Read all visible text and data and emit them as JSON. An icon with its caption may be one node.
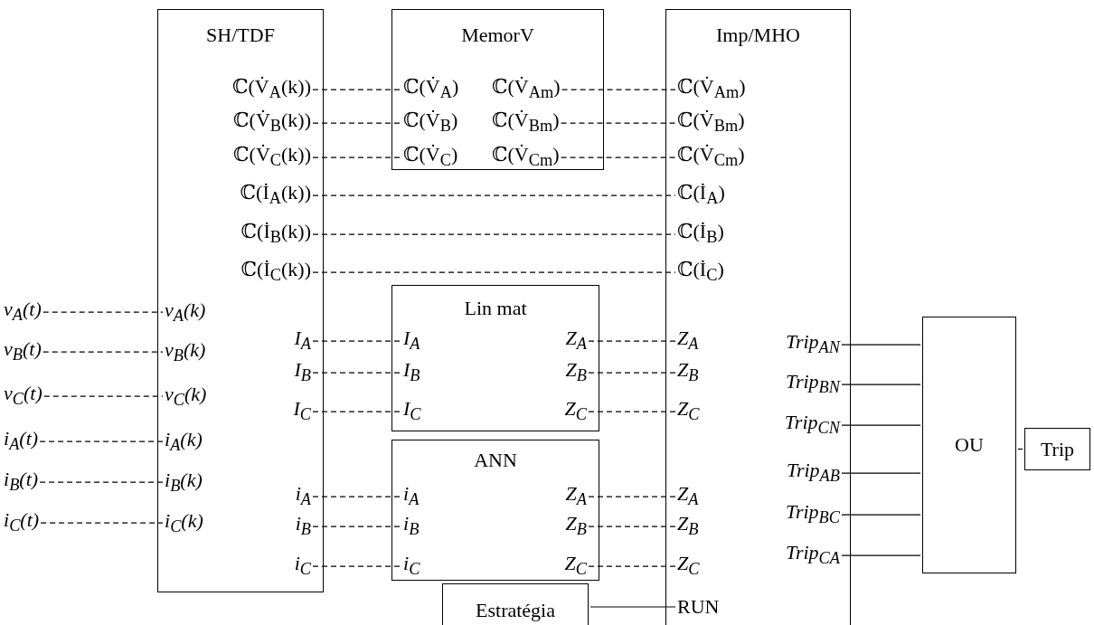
{
  "diagram": {
    "nodes": [
      {
        "text": [
          "SH/TDF"
        ]
      },
      {
        "text": [
          "ℂ(V̇$_{A}$(k))"
        ],
        "in": 0
      },
      {
        "text": [
          "ℂ(V̇$_{B}$(k))"
        ],
        "in": 0
      },
      {
        "text": [
          "ℂ(V̇$_{C}$(k))"
        ],
        "in": 0
      },
      {
        "text": [
          "ℂ(İ$_{A}$(k))"
        ],
        "in": 0
      },
      {
        "text": [
          "ℂ(İ$_{B}$(k))"
        ],
        "in": 0
      },
      {
        "text": [
          "ℂ(İ$_{C}$(k))"
        ],
        "in": 0
      },
      {
        "text": [
          "v$_{A}$(k)"
        ],
        "in": 0
      },
      {
        "text": [
          "v$_{B}$(k)"
        ],
        "in": 0
      },
      {
        "text": [
          "v$_{C}$(k)"
        ],
        "in": 0
      },
      {
        "text": [
          "i$_{A}$(k)"
        ],
        "in": 0
      },
      {
        "text": [
          "i$_{B}$(k)"
        ],
        "in": 0
      },
      {
        "text": [
          "i$_{C}$(k)"
        ],
        "in": 0
      },
      {
        "text": [
          "I$_{A}$"
        ],
        "in": 0
      },
      {
        "text": [
          "I$_{B}$"
        ],
        "in": 0
      },
      {
        "text": [
          "I$_{C}$"
        ],
        "in": 0
      },
      {
        "text": [
          "i$_{A}$"
        ],
        "in": 0
      },
      {
        "text": [
          "i$_{B}$"
        ],
        "in": 0
      },
      {
        "text": [
          "i$_{C}$"
        ],
        "in": 0
      },
      {
        "text": [
          "MemorV"
        ]
      },
      {
        "text": [
          "ℂ(V̇$_{A}$)"
        ],
        "in": 19
      },
      {
        "text": [
          "ℂ(V̇$_{Am}$)"
        ],
        "in": 19
      },
      {
        "text": [
          "ℂ(V̇$_{B}$)"
        ],
        "in": 19
      },
      {
        "text": [
          "ℂ(V̇$_{Bm}$)"
        ],
        "in": 19
      },
      {
        "text": [
          "ℂ(V̇$_{C}$)"
        ],
        "in": 19
      },
      {
        "text": [
          "ℂ(V̇$_{Cm}$)"
        ],
        "in": 19
      },
      {
        "text": [
          "Imp/MHO"
        ]
      },
      {
        "text": [
          "ℂ(V̇$_{Am}$)"
        ],
        "in": 26
      },
      {
        "text": [
          "ℂ(V̇$_{Bm}$)"
        ],
        "in": 26
      },
      {
        "text": [
          "ℂ(V̇$_{Cm}$)"
        ],
        "in": 26
      },
      {
        "text": [
          "ℂ(İ$_{A}$)"
        ],
        "in": 26
      },
      {
        "text": [
          "ℂ(İ$_{B}$)"
        ],
        "in": 26
      },
      {
        "text": [
          "ℂ(İ$_{C}$)"
        ],
        "in": 26
      },
      {
        "text": [
          "Z$_{A}$"
        ],
        "in": 26
      },
      {
        "text": [
          "Z$_{B}$"
        ],
        "in": 26
      },
      {
        "text": [
          "Z$_{C}$"
        ],
        "in": 26
      },
      {
        "text": [
          "Trip$_{AN}$"
        ],
        "in": 26
      },
      {
        "text": [
          "Trip$_{BN}$"
        ],
        "in": 26
      },
      {
        "text": [
          "Trip$_{CN}$"
        ],
        "in": 26
      },
      {
        "text": [
          "Trip$_{AB}$"
        ],
        "in": 26
      },
      {
        "text": [
          "Trip$_{BC}$"
        ],
        "in": 26
      },
      {
        "text": [
          "Trip$_{CA}$"
        ],
        "in": 26
      },
      {
        "text": [
          "Z$_{A}$"
        ],
        "in": 26
      },
      {
        "text": [
          "Z$_{B}$"
        ],
        "in": 26
      },
      {
        "text": [
          "Z$_{C}$"
        ],
        "in": 26
      },
      {
        "text": [
          "RUN"
        ],
        "in": 26
      },
      {
        "text": [
          "Lin mat"
        ]
      },
      {
        "text": [
          "I$_{A}$"
        ],
        "in": 46
      },
      {
        "text": [
          "I$_{B}$"
        ],
        "in": 46
      },
      {
        "text": [
          "I$_{C}$"
        ],
        "in": 46
      },
      {
        "text": [
          "Z$_{A}$"
        ],
        "in": 46
      },
      {
        "text": [
          "Z$_{B}$"
        ],
        "in": 46
      },
      {
        "text": [
          "Z$_{C}$"
        ],
        "in": 46
      },
      {
        "text": [
          "ANN"
        ]
      },
      {
        "text": [
          "i$_{A}$"
        ],
        "in": 53
      },
      {
        "text": [
          "i$_{B}$"
        ],
        "in": 53
      },
      {
        "text": [
          "i$_{C}$"
        ],
        "in": 53
      },
      {
        "text": [
          "Z$_{A}$"
        ],
        "in": 53
      },
      {
        "text": [
          "Z$_{B}$"
        ],
        "in": 53
      },
      {
        "text": [
          "Z$_{C}$"
        ],
        "in": 53
      },
      {
        "text": [
          "Estratégia"
        ]
      },
      {
        "text": [
          "OU"
        ]
      },
      {
        "text": [
          "Trip"
        ]
      },
      {
        "text": [
          "v$_{A}$(t)"
        ]
      },
      {
        "text": [
          "v$_{B}$(t)"
        ]
      },
      {
        "text": [
          "v$_{C}$(t)"
        ]
      },
      {
        "text": [
          "i$_{A}$(t)"
        ]
      },
      {
        "text": [
          "i$_{B}$(t)"
        ]
      },
      {
        "text": [
          "i$_{C}$(t)"
        ]
      }
    ],
    "edges": [
      {
        "from": 1,
        "to": 20,
        "arrow": "none",
        "style": "dashed"
      },
      {
        "from": 2,
        "to": 22,
        "arrow": "none",
        "style": "dashed"
      },
      {
        "from": 3,
        "to": 24,
        "arrow": "none",
        "style": "dashed"
      },
      {
        "from": 21,
        "to": 27,
        "arrow": "none",
        "style": "dashed"
      },
      {
        "from": 23,
        "to": 28,
        "arrow": "none",
        "style": "dashed"
      },
      {
        "from": 25,
        "to": 29,
        "arrow": "none",
        "style": "dashed"
      },
      {
        "from": 4,
        "to": 30,
        "arrow": "none",
        "style": "dashed"
      },
      {
        "from": 5,
        "to": 31,
        "arrow": "none",
        "style": "dashed"
      },
      {
        "from": 6,
        "to": 32,
        "arrow": "none",
        "style": "dashed"
      },
      {
        "from": 63,
        "to": 7,
        "arrow": "none",
        "style": "dashed"
      },
      {
        "from": 64,
        "to": 8,
        "arrow": "none",
        "style": "dashed"
      },
      {
        "from": 65,
        "to": 9,
        "arrow": "none",
        "style": "dashed"
      },
      {
        "from": 66,
        "to": 10,
        "arrow": "none",
        "style": "dashed"
      },
      {
        "from": 67,
        "to": 11,
        "arrow": "none",
        "style": "dashed"
      },
      {
        "from": 68,
        "to": 12,
        "arrow": "none",
        "style": "dashed"
      },
      {
        "from": 13,
        "to": 47,
        "arrow": "none",
        "style": "dashed"
      },
      {
        "from": 14,
        "to": 48,
        "arrow": "none",
        "style": "dashed"
      },
      {
        "from": 15,
        "to": 49,
        "arrow": "none",
        "style": "dashed"
      },
      {
        "from": 50,
        "to": 33,
        "arrow": "none",
        "style": "dashed"
      },
      {
        "from": 51,
        "to": 34,
        "arrow": "none",
        "style": "dashed"
      },
      {
        "from": 52,
        "to": 35,
        "arrow": "none",
        "style": "dashed"
      },
      {
        "from": 16,
        "to": 54,
        "arrow": "none",
        "style": "dashed"
      },
      {
        "from": 17,
        "to": 55,
        "arrow": "none",
        "style": "dashed"
      },
      {
        "from": 18,
        "to": 56,
        "arrow": "none",
        "style": "dashed"
      },
      {
        "from": 57,
        "to": 42,
        "arrow": "none",
        "style": "dashed"
      },
      {
        "from": 58,
        "to": 43,
        "arrow": "none",
        "style": "dashed"
      },
      {
        "from": 59,
        "to": 44,
        "arrow": "none",
        "style": "dashed"
      },
      {
        "from": 60,
        "to": 45,
        "arrow": "none"
      },
      {
        "from": 36,
        "to": 61,
        "arrow": "none"
      },
      {
        "from": 37,
        "to": 61,
        "arrow": "none"
      },
      {
        "from": 38,
        "to": 61,
        "arrow": "none"
      },
      {
        "from": 39,
        "to": 61,
        "arrow": "none"
      },
      {
        "from": 40,
        "to": 61,
        "arrow": "none"
      },
      {
        "from": 41,
        "to": 61,
        "arrow": "none"
      },
      {
        "from": 61,
        "to": 62,
        "arrow": "none"
      }
    ]
  }
}
